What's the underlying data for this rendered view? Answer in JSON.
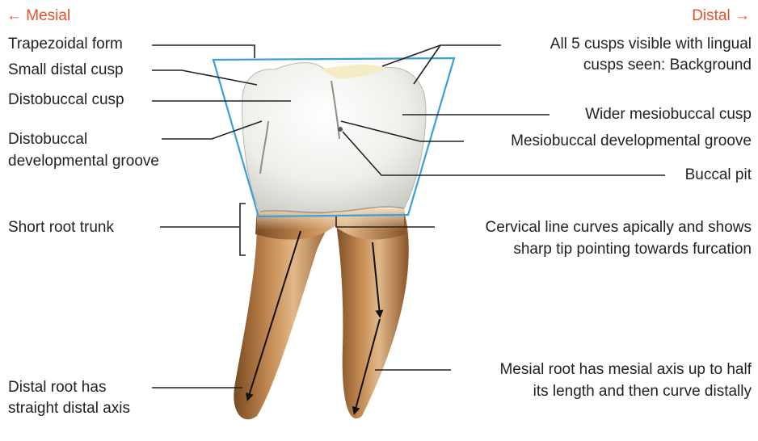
{
  "orientation": {
    "mesial": "← Mesial",
    "distal": "Distal →",
    "color": "#e8502a"
  },
  "labels": {
    "trapezoidal_form": "Trapezoidal form",
    "small_distal_cusp": "Small distal cusp",
    "distobuccal_cusp": "Distobuccal cusp",
    "distobuccal_groove_line1": "Distobuccal",
    "distobuccal_groove_line2": "developmental groove",
    "short_root_trunk": "Short root trunk",
    "distal_root_line1": "Distal root has",
    "distal_root_line2": "straight distal axis",
    "all_cusps_line1": "All 5 cusps visible with lingual",
    "all_cusps_line2": "cusps seen: Background",
    "wider_mesiobuccal_cusp": "Wider mesiobuccal cusp",
    "mesiobuccal_groove": "Mesiobuccal developmental groove",
    "buccal_pit": "Buccal pit",
    "cervical_line_line1": "Cervical line curves apically and shows",
    "cervical_line_line2": "sharp tip pointing towards furcation",
    "mesial_root_line1": "Mesial root has mesial axis up to half",
    "mesial_root_line2": "its length and then curve distally"
  },
  "colors": {
    "outline": "#3aa0d8",
    "enamel": "#f2f2ee",
    "root": "#a8703e",
    "leader": "#222222"
  }
}
